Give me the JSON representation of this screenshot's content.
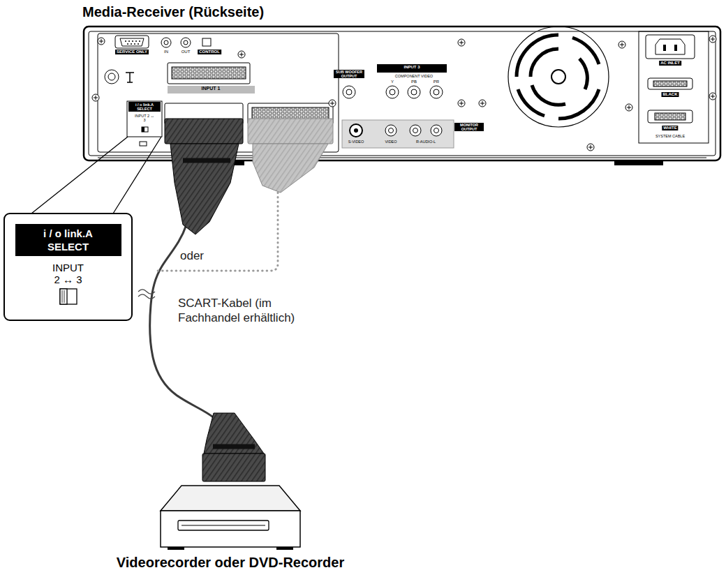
{
  "diagram": {
    "nodes": [
      {
        "text": [
          "Media-Receiver (Rückseite)"
        ]
      },
      {
        "text": [
          "i / o link.A SELECT",
          "INPUT 2 ↔ 3"
        ]
      },
      {
        "text": [
          "Videorecorder oder DVD-Recorder"
        ]
      }
    ],
    "edges": [
      {
        "from": 0,
        "to": 2,
        "arrow": "none",
        "label": "SCART-Kabel (im Fachhandel erhältlich)"
      }
    ],
    "labels": [
      "SERVICE ONLY",
      "IN",
      "OUT",
      "CONTROL",
      "INPUT 1",
      "i / o link.A SELECT",
      "INPUT 2 ↔ 3",
      "SUB WOOFER OUTPUT",
      "INPUT 3",
      "COMPONENT VIDEO",
      "Y",
      "PB",
      "PR",
      "MONITOR OUTPUT",
      "S-VIDEO",
      "VIDEO",
      "R-AUDIO-L",
      "AC INLET",
      "BLACK",
      "WHITE",
      "SYSTEM CABLE",
      "oder"
    ]
  }
}
